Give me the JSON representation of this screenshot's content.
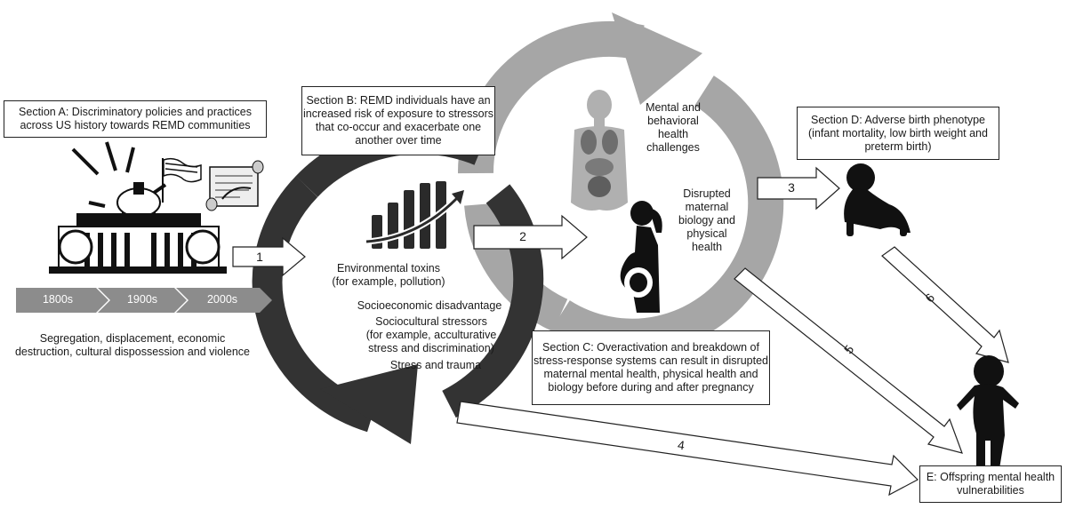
{
  "section_a": {
    "title": "Section A: Discriminatory policies and practices across US history towards REMD communities",
    "timeline": [
      "1800s",
      "1900s",
      "2000s"
    ],
    "caption": "Segregation, displacement, economic destruction, cultural dispossession and violence"
  },
  "section_b": {
    "title": "Section B: REMD individuals have an increased risk of exposure to stressors that co-occur and exacerbate one another over time",
    "stressors": {
      "environmental": "Environmental toxins\n(for example, pollution)",
      "socioeconomic": "Socioeconomic disadvantage",
      "sociocultural": "Sociocultural stressors\n(for example, acculturative\nstress and discrimination)",
      "trauma": "Stress and trauma"
    }
  },
  "section_c": {
    "title": "Section C: Overactivation and breakdown of stress-response systems can result in disrupted maternal mental health, physical health and biology before during and after pregnancy",
    "mental": "Mental and\nbehavioral\nhealth\nchallenges",
    "physical": "Disrupted\nmaternal\nbiology and\nphysical\nhealth"
  },
  "section_d": {
    "title": "Section D: Adverse birth phenotype (infant mortality, low birth weight and preterm birth)"
  },
  "section_e": {
    "title": "E: Offspring mental health vulnerabilities"
  },
  "arrows": [
    "1",
    "2",
    "3",
    "4",
    "5",
    "6"
  ],
  "icons": [
    "capitol-icon",
    "flag-icon",
    "document-scroll-icon",
    "rising-bar-chart-icon",
    "anatomy-torso-icon",
    "pregnant-woman-icon",
    "crawling-baby-icon",
    "toddler-icon"
  ],
  "colors": {
    "cycle_dark": "#333333",
    "cycle_light": "#a6a6a6",
    "timeline": "#8c8c8c"
  }
}
